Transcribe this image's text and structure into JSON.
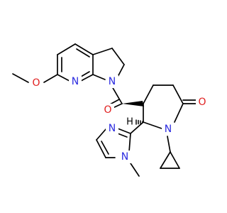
{
  "colors": {
    "bond": "#000000",
    "nitrogen": "#2B2BE0",
    "oxygen": "#E01E1E",
    "carbon_label": "#000000",
    "background": "#ffffff"
  },
  "atom_labels": {
    "methoxy_oxygen": "O",
    "pyridine_nitrogen": "N",
    "pyrroline_nitrogen": "N",
    "carbonyl_oxygen_amide": "O",
    "lactam_oxygen": "O",
    "lactam_nitrogen": "N",
    "imidazole_n3": "N",
    "imidazole_n1": "N",
    "stereo_hydrogen": "H"
  }
}
